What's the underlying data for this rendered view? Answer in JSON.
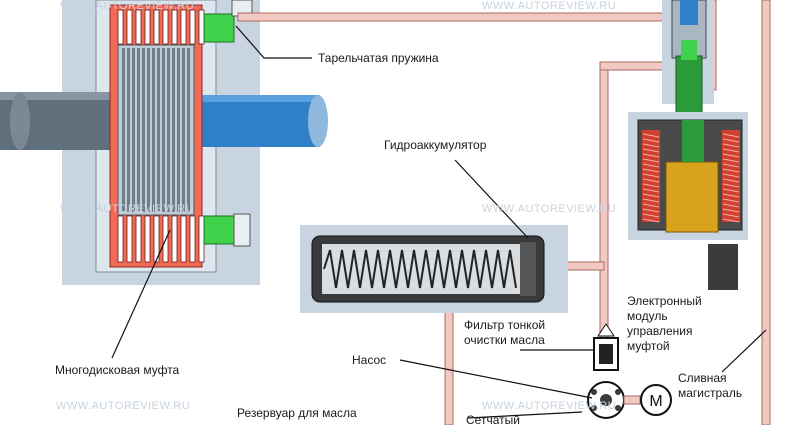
{
  "watermark": "WWW.AUTOREVIEW.RU",
  "labels": {
    "spring": "Тарельчатая пружина",
    "accumulator": "Гидроаккумулятор",
    "module_line1": "Электронный",
    "module_line2": "модуль",
    "module_line3": "управления",
    "module_line4": "муфтой",
    "filter_line1": "Фильтр тонкой",
    "filter_line2": "очистки масла",
    "clutch": "Многодисковая муфта",
    "pump": "Насос",
    "drain_line1": "Сливная",
    "drain_line2": "магистраль",
    "reservoir": "Резервуар для масла",
    "strainer": "Сетчатый"
  },
  "motor_symbol": "M",
  "colors": {
    "housing": "#c8d5e0",
    "shaft": "#5f6f7c",
    "shaft_right": "#2f7fc9",
    "oil_line": "#f2c9c2",
    "oil_line_edge": "#a86b60",
    "plates": "#e04a3a",
    "spring_green": "#3fd24a",
    "solenoid_core": "#d9a21c",
    "module_dark": "#3b3b3b"
  }
}
